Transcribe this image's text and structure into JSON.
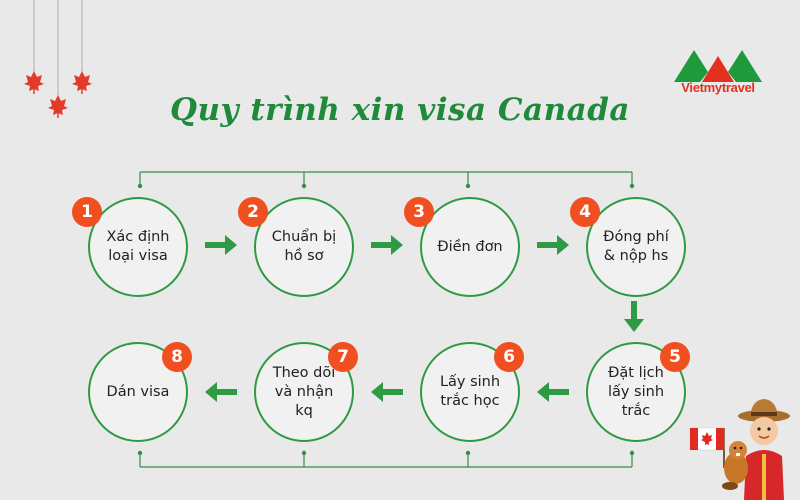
{
  "title": "Quy trình xin visa Canada",
  "logo": {
    "text": "Vietmytravel",
    "colors": {
      "green": "#1f9a3b",
      "red": "#e2301d"
    }
  },
  "colors": {
    "accent": "#2f9a44",
    "badge": "#f04f1f",
    "arrow": "#2f9a44",
    "background": "#e9e9e9"
  },
  "steps": [
    {
      "number": "1",
      "label": "Xác định\nloại visa"
    },
    {
      "number": "2",
      "label": "Chuẩn bị\nhồ sơ"
    },
    {
      "number": "3",
      "label": "Điền đơn"
    },
    {
      "number": "4",
      "label": "Đóng phí\n& nộp hs"
    },
    {
      "number": "5",
      "label": "Đặt lịch\nlấy sinh\ntrắc"
    },
    {
      "number": "6",
      "label": "Lấy sinh\ntrắc học"
    },
    {
      "number": "7",
      "label": "Theo dõi\nvà nhận\nkq"
    },
    {
      "number": "8",
      "label": "Dán visa"
    }
  ],
  "decorations": [
    "maple-leaf-icon",
    "mountie-mascot-icon",
    "canada-flag-icon"
  ]
}
